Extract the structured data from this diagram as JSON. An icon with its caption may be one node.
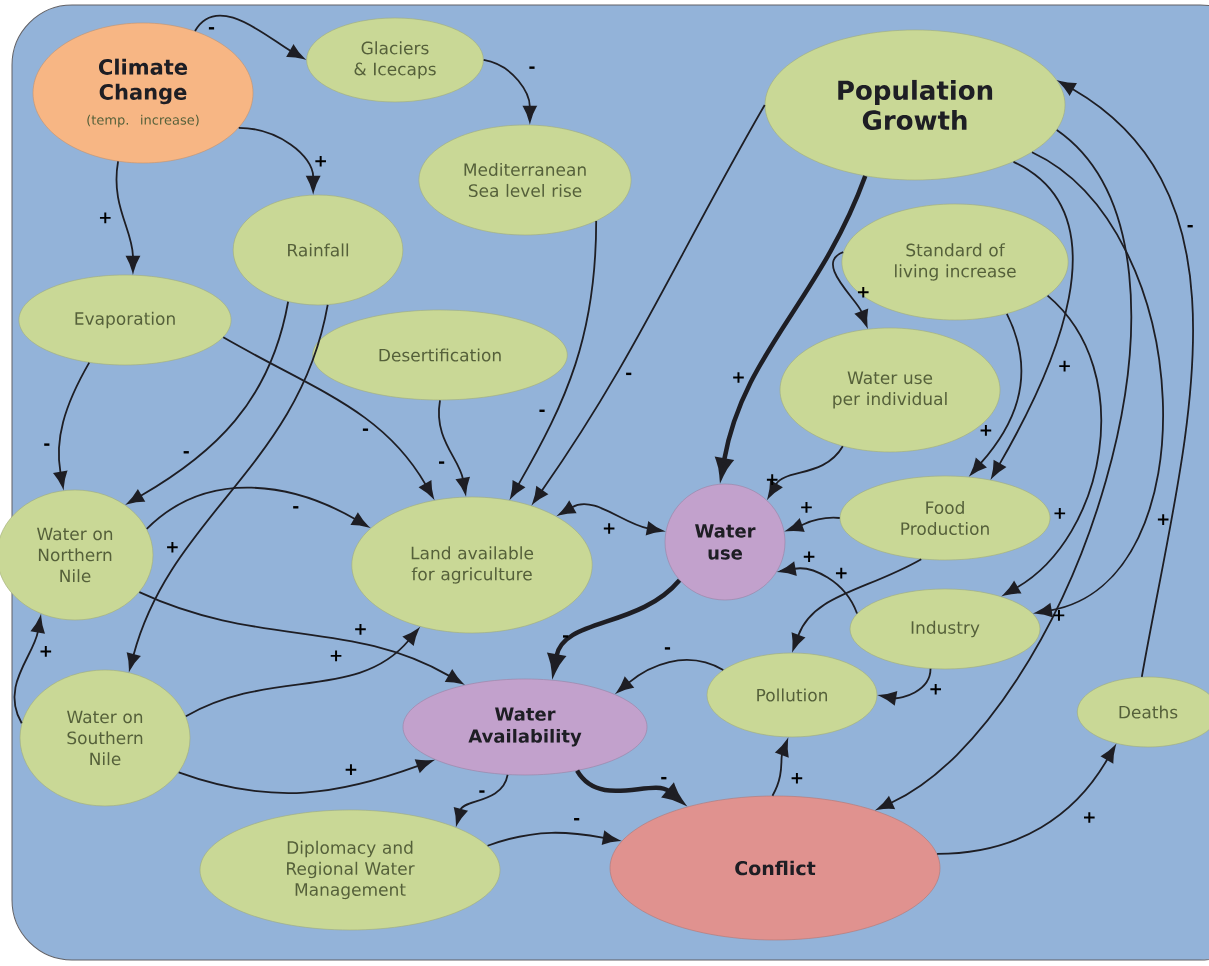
{
  "diagram": {
    "nodes": [
      {
        "text": [
          "Climate Change",
          "(temp. increase)"
        ]
      },
      {
        "text": [
          "Glaciers & Icecaps"
        ]
      },
      {
        "text": [
          "Mediterranean Sea level rise"
        ]
      },
      {
        "text": [
          "Population Growth"
        ]
      },
      {
        "text": [
          "Rainfall"
        ]
      },
      {
        "text": [
          "Evaporation"
        ]
      },
      {
        "text": [
          "Standard of living increase"
        ]
      },
      {
        "text": [
          "Desertification"
        ]
      },
      {
        "text": [
          "Water use per individual"
        ]
      },
      {
        "text": [
          "Water on Northern Nile"
        ]
      },
      {
        "text": [
          "Land available for agriculture"
        ]
      },
      {
        "text": [
          "Water use"
        ]
      },
      {
        "text": [
          "Food Production"
        ]
      },
      {
        "text": [
          "Industry"
        ]
      },
      {
        "text": [
          "Water on Southern Nile"
        ]
      },
      {
        "text": [
          "Water Availability"
        ]
      },
      {
        "text": [
          "Pollution"
        ]
      },
      {
        "text": [
          "Deaths"
        ]
      },
      {
        "text": [
          "Diplomacy and Regional Water Management"
        ]
      },
      {
        "text": [
          "Conflict"
        ]
      }
    ],
    "edges": [
      {
        "from": 0,
        "to": 1,
        "arrow": "to",
        "label": "-"
      },
      {
        "from": 0,
        "to": 4,
        "arrow": "to",
        "label": "+"
      },
      {
        "from": 0,
        "to": 5,
        "arrow": "to",
        "label": "+"
      },
      {
        "from": 1,
        "to": 2,
        "arrow": "to",
        "label": "-"
      },
      {
        "from": 2,
        "to": 10,
        "arrow": "to",
        "label": "-"
      },
      {
        "from": 3,
        "to": 10,
        "arrow": "to",
        "label": "-"
      },
      {
        "from": 3,
        "to": 11,
        "arrow": "to",
        "label": "+",
        "style": "thick"
      },
      {
        "from": 3,
        "to": 12,
        "arrow": "to",
        "label": "+"
      },
      {
        "from": 3,
        "to": 13,
        "arrow": "to",
        "label": "+"
      },
      {
        "from": 3,
        "to": 19,
        "arrow": "to",
        "label": "+"
      },
      {
        "from": 17,
        "to": 3,
        "arrow": "to",
        "label": "-"
      },
      {
        "from": 4,
        "to": 9,
        "arrow": "to",
        "label": "-"
      },
      {
        "from": 4,
        "to": 14,
        "arrow": "to",
        "label": "+"
      },
      {
        "from": 5,
        "to": 9,
        "arrow": "to",
        "label": "-"
      },
      {
        "from": 5,
        "to": 10,
        "arrow": "to",
        "label": "-"
      },
      {
        "from": 6,
        "to": 8,
        "arrow": "to",
        "label": "+"
      },
      {
        "from": 6,
        "to": 12,
        "arrow": "to",
        "label": "+"
      },
      {
        "from": 6,
        "to": 13,
        "arrow": "to",
        "label": "+"
      },
      {
        "from": 7,
        "to": 10,
        "arrow": "to",
        "label": "-"
      },
      {
        "from": 8,
        "to": 11,
        "arrow": "to",
        "label": "+"
      },
      {
        "from": 9,
        "to": 10,
        "arrow": "to",
        "label": "-"
      },
      {
        "from": 9,
        "to": 15,
        "arrow": "to",
        "label": "+"
      },
      {
        "from": 10,
        "to": 11,
        "arrow": "both",
        "label": "+"
      },
      {
        "from": 12,
        "to": 11,
        "arrow": "to",
        "label": "+"
      },
      {
        "from": 12,
        "to": 16,
        "arrow": "to",
        "label": "+"
      },
      {
        "from": 13,
        "to": 11,
        "arrow": "to",
        "label": "+"
      },
      {
        "from": 13,
        "to": 16,
        "arrow": "to",
        "label": "+"
      },
      {
        "from": 14,
        "to": 9,
        "arrow": "to",
        "label": "+"
      },
      {
        "from": 14,
        "to": 10,
        "arrow": "to",
        "label": "+"
      },
      {
        "from": 14,
        "to": 15,
        "arrow": "to",
        "label": "+"
      },
      {
        "from": 11,
        "to": 15,
        "arrow": "to",
        "label": "-",
        "style": "thick"
      },
      {
        "from": 16,
        "to": 15,
        "arrow": "to",
        "label": "-"
      },
      {
        "from": 15,
        "to": 18,
        "arrow": "to",
        "label": "-"
      },
      {
        "from": 15,
        "to": 19,
        "arrow": "to",
        "label": "-",
        "style": "thick"
      },
      {
        "from": 18,
        "to": 19,
        "arrow": "to",
        "label": "-"
      },
      {
        "from": 19,
        "to": 16,
        "arrow": "to",
        "label": "+"
      },
      {
        "from": 19,
        "to": 17,
        "arrow": "to",
        "label": "+"
      }
    ]
  }
}
